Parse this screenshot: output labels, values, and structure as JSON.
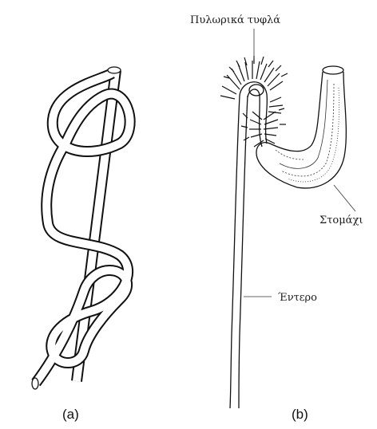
{
  "figure": {
    "panel_a_label": "(a)",
    "panel_b_label": "(b)",
    "labels": {
      "pyloric_caeca": "Πυλωρικά τυφλά",
      "stomach": "Στομάχι",
      "intestine": "Έντερο"
    }
  }
}
